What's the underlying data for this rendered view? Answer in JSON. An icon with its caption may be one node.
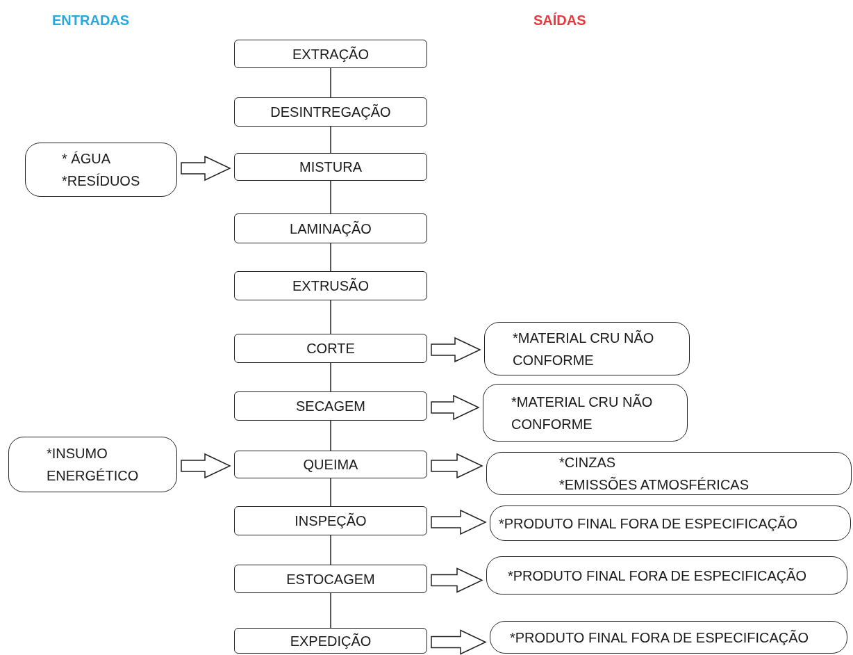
{
  "diagram": {
    "nodes": [
      {
        "text": [
          "EXTRAÇÃO"
        ]
      },
      {
        "text": [
          "DESINTREGAÇÃO"
        ]
      },
      {
        "text": [
          "* ÁGUA",
          "*RESÍDUOS"
        ]
      },
      {
        "text": [
          "MISTURA"
        ]
      },
      {
        "text": [
          "LAMINAÇÃO"
        ]
      },
      {
        "text": [
          "EXTRUSÃO"
        ]
      },
      {
        "text": [
          "CORTE"
        ]
      },
      {
        "text": [
          "*MATERIAL CRU NÃO CONFORME"
        ]
      },
      {
        "text": [
          "SECAGEM"
        ]
      },
      {
        "text": [
          "*MATERIAL CRU NÃO CONFORME"
        ]
      },
      {
        "text": [
          "*INSUMO ENERGÉTICO"
        ]
      },
      {
        "text": [
          "QUEIMA"
        ]
      },
      {
        "text": [
          "*CINZAS",
          "*EMISSÕES ATMOSFÉRICAS"
        ]
      },
      {
        "text": [
          "INSPEÇÃO"
        ]
      },
      {
        "text": [
          "*PRODUTO FINAL FORA DE ESPECIFICAÇÃO"
        ]
      },
      {
        "text": [
          "ESTOCAGEM"
        ]
      },
      {
        "text": [
          "*PRODUTO FINAL FORA DE ESPECIFICAÇÃO"
        ]
      },
      {
        "text": [
          "EXPEDIÇÃO"
        ]
      },
      {
        "text": [
          "*PRODUTO FINAL FORA DE ESPECIFICAÇÃO"
        ]
      }
    ],
    "edges": [
      {
        "from": 0,
        "to": 1,
        "arrow": "none"
      },
      {
        "from": 1,
        "to": 3,
        "arrow": "none"
      },
      {
        "from": 2,
        "to": 3,
        "arrow": "to"
      },
      {
        "from": 3,
        "to": 4,
        "arrow": "none"
      },
      {
        "from": 4,
        "to": 5,
        "arrow": "none"
      },
      {
        "from": 5,
        "to": 6,
        "arrow": "none"
      },
      {
        "from": 6,
        "to": 7,
        "arrow": "to"
      },
      {
        "from": 6,
        "to": 8,
        "arrow": "none"
      },
      {
        "from": 8,
        "to": 9,
        "arrow": "to"
      },
      {
        "from": 8,
        "to": 11,
        "arrow": "none"
      },
      {
        "from": 10,
        "to": 11,
        "arrow": "to"
      },
      {
        "from": 11,
        "to": 12,
        "arrow": "to"
      },
      {
        "from": 11,
        "to": 13,
        "arrow": "none"
      },
      {
        "from": 13,
        "to": 14,
        "arrow": "to"
      },
      {
        "from": 13,
        "to": 15,
        "arrow": "none"
      },
      {
        "from": 15,
        "to": 16,
        "arrow": "to"
      },
      {
        "from": 15,
        "to": 17,
        "arrow": "none"
      },
      {
        "from": 17,
        "to": 18,
        "arrow": "to"
      }
    ],
    "labels": [
      "ENTRADAS",
      "SAÍDAS"
    ]
  }
}
